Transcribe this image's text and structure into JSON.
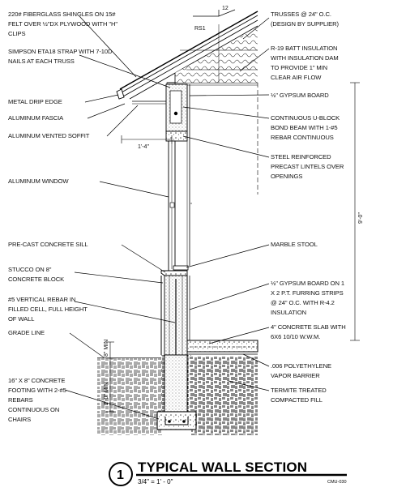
{
  "left_callouts": {
    "shingles": [
      "220# FIBERGLASS SHINGLES ON 15#",
      "FELT OVER ½\"DX PLYWOOD WITH \"H\"",
      "CLIPS"
    ],
    "strap": [
      "SIMPSON ETA18 STRAP WITH 7-10d",
      "NAILS AT EACH TRUSS"
    ],
    "drip_edge": [
      "METAL DRIP EDGE"
    ],
    "fascia": [
      "ALUMINUM FASCIA"
    ],
    "soffit": [
      "ALUMINUM VENTED SOFFIT"
    ],
    "window": [
      "ALUMINUM WINDOW"
    ],
    "sill": [
      "PRE-CAST CONCRETE SILL"
    ],
    "stucco": [
      "STUCCO ON 8\"",
      "CONCRETE BLOCK"
    ],
    "rebar": [
      "#5 VERTICAL REBAR IN",
      "FILLED CELL, FULL HEIGHT",
      "OF WALL"
    ],
    "grade": [
      "GRADE LINE"
    ],
    "footing": [
      "16\" X 8\" CONCRETE",
      "FOOTING WITH 2-#5",
      "REBARS",
      "CONTINUOUS ON",
      "CHAIRS"
    ]
  },
  "right_callouts": {
    "trusses": [
      "TRUSSES @ 24\" O.C.",
      "(DESIGN BY SUPPLIER)"
    ],
    "insulation": [
      "R-19 BATT INSULATION",
      "WITH INSULATION DAM",
      "TO PROVIDE 1\" MIN",
      "CLEAR AIR FLOW"
    ],
    "gypsum": [
      "½\" GYPSUM BOARD"
    ],
    "ublock": [
      "CONTINUOUS U-BLOCK",
      "BOND BEAM WITH 1-#5",
      "REBAR CONTINUOUS"
    ],
    "lintels": [
      "STEEL REINFORCED",
      "PRECAST LINTELS OVER",
      "OPENINGS"
    ],
    "stool": [
      "MARBLE STOOL"
    ],
    "furring": [
      "½\" GYPSUM BOARD ON 1",
      "X 2 P.T. FURRING STRIPS",
      "@ 24\" O.C. WITH  R-4.2",
      "INSULATION"
    ],
    "slab": [
      "4\" CONCRETE SLAB WITH",
      "6X6 10/10 W.W.M."
    ],
    "poly": [
      ".006 POLYETHYLENE",
      "VAPOR BARRIER"
    ],
    "termite": [
      "TERMITE TREATED",
      "COMPACTED FILL"
    ]
  },
  "dimensions": {
    "pitch_run": "12",
    "rs": "RS1",
    "overhang": "1'-4\"",
    "wall_height": "9'-0\"",
    "footing_top": "8\" MIN",
    "footing_depth": "1'-0\" MIN"
  },
  "title_block": {
    "number": "1",
    "title": "TYPICAL WALL SECTION",
    "scale": "3/4\" = 1' - 0\"",
    "sheet": "CMU-030"
  }
}
